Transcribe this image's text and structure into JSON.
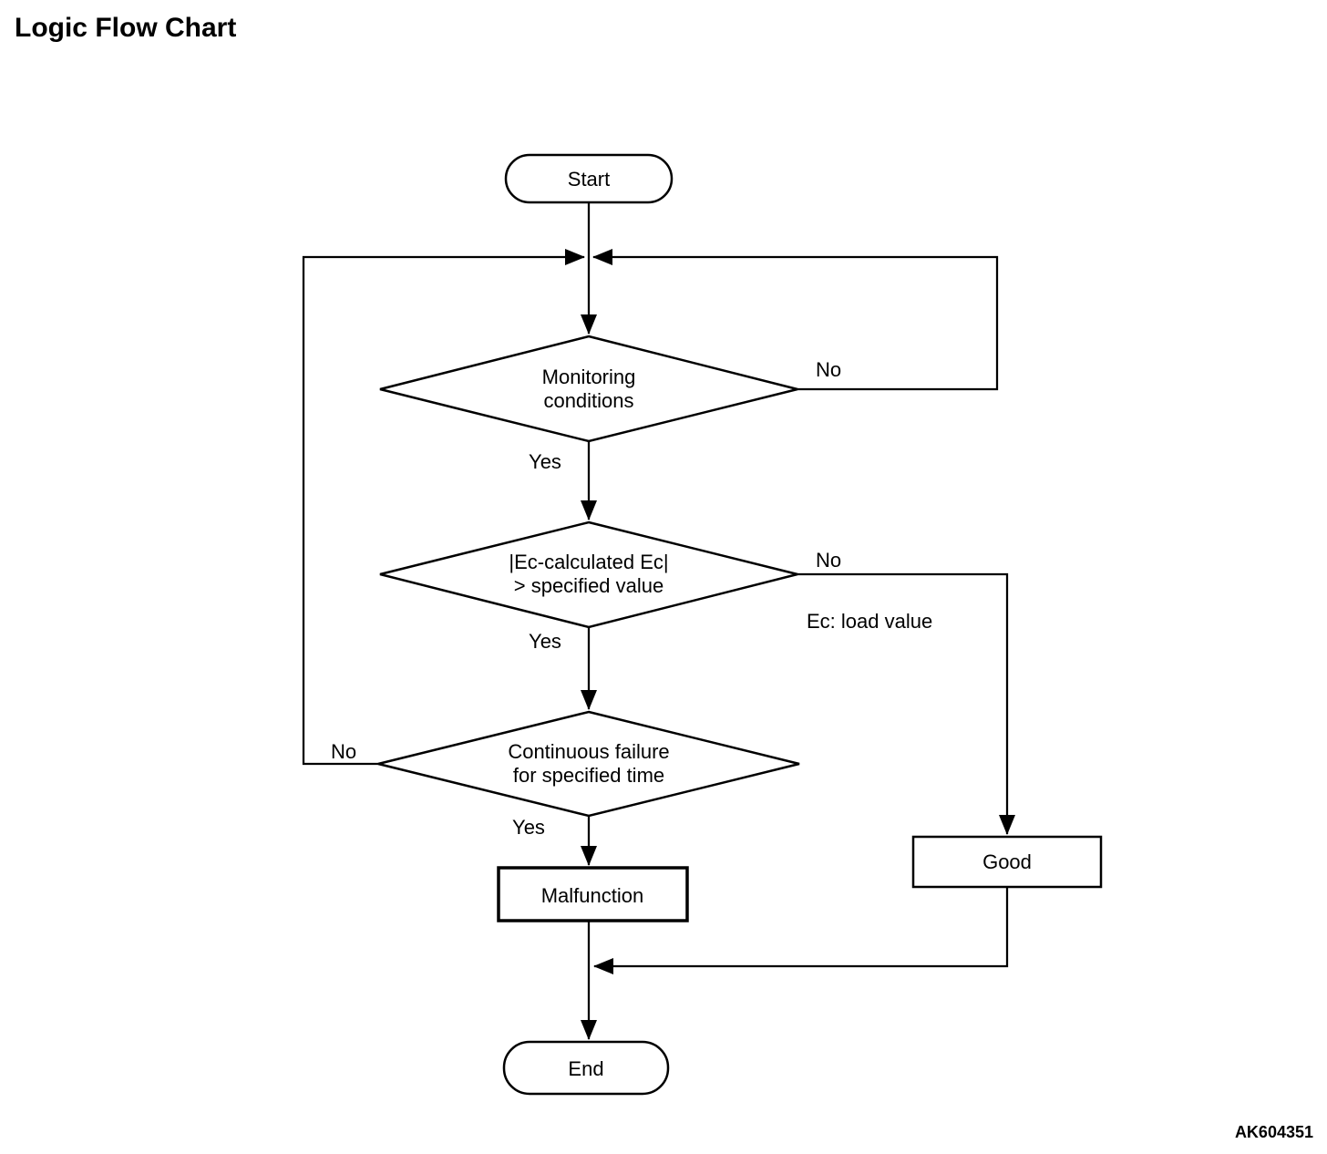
{
  "page": {
    "title": "Logic Flow Chart",
    "figure_code": "AK604351"
  },
  "colors": {
    "line": "#000000",
    "background": "#ffffff",
    "text": "#000000"
  },
  "nodes": {
    "start": {
      "label": "Start"
    },
    "monitoring": {
      "line1": "Monitoring",
      "line2": "conditions"
    },
    "ec_check": {
      "line1": "|Ec-calculated Ec|",
      "line2": "> specified value"
    },
    "continuous_failure": {
      "line1": "Continuous failure",
      "line2": "for specified time"
    },
    "malfunction": {
      "label": "Malfunction"
    },
    "good": {
      "label": "Good"
    },
    "end": {
      "label": "End"
    }
  },
  "edge_labels": {
    "monitoring_yes": "Yes",
    "monitoring_no": "No",
    "ec_check_yes": "Yes",
    "ec_check_no": "No",
    "continuous_failure_yes": "Yes",
    "continuous_failure_no": "No"
  },
  "annotations": {
    "ec_note": "Ec: load value"
  }
}
